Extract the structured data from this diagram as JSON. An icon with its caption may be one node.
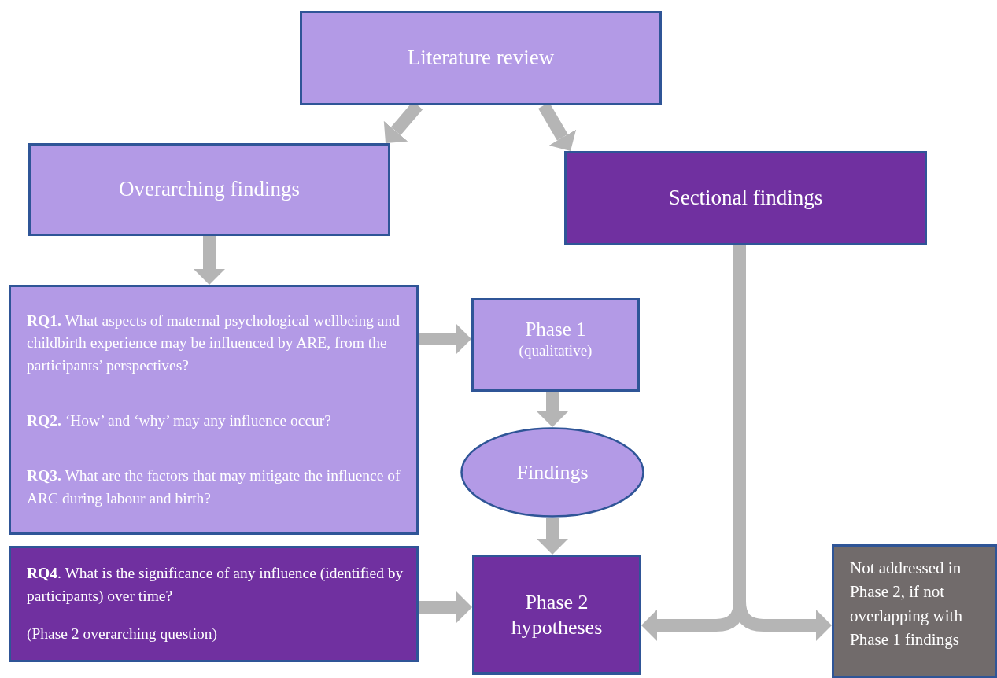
{
  "diagram": {
    "nodes": [
      {
        "text": [
          "Literature review"
        ]
      },
      {
        "text": [
          "Overarching findings"
        ]
      },
      {
        "text": [
          "Sectional findings"
        ]
      },
      {
        "text": [
          "**RQ1.** What aspects of maternal psychological wellbeing and childbirth experience may be influenced by ARE, from the participants’ perspectives?",
          "**RQ2.** ‘How’ and ‘why’ may any influence occur?",
          "**RQ3.** What are the factors that may mitigate the influence of ARC during labour and birth?"
        ]
      },
      {
        "text": [
          "Phase 1",
          "(qualitative)"
        ]
      },
      {
        "text": [
          "Findings"
        ]
      },
      {
        "text": [
          "**RQ4**. What is the significance of any influence (identified by participants) over time?",
          "(Phase 2 overarching question)"
        ]
      },
      {
        "text": [
          "Phase 2 hypotheses"
        ]
      },
      {
        "text": [
          "Not addressed in Phase 2, if not overlapping with Phase 1 findings"
        ]
      }
    ],
    "edges": [
      {
        "from": 0,
        "to": 1,
        "arrow": "to"
      },
      {
        "from": 0,
        "to": 2,
        "arrow": "to"
      },
      {
        "from": 1,
        "to": 3,
        "arrow": "to"
      },
      {
        "from": 3,
        "to": 4,
        "arrow": "to"
      },
      {
        "from": 4,
        "to": 5,
        "arrow": "to"
      },
      {
        "from": 5,
        "to": 7,
        "arrow": "to"
      },
      {
        "from": 6,
        "to": 7,
        "arrow": "to"
      },
      {
        "from": 2,
        "to": 7,
        "arrow": "to"
      },
      {
        "from": 2,
        "to": 8,
        "arrow": "to"
      }
    ]
  }
}
